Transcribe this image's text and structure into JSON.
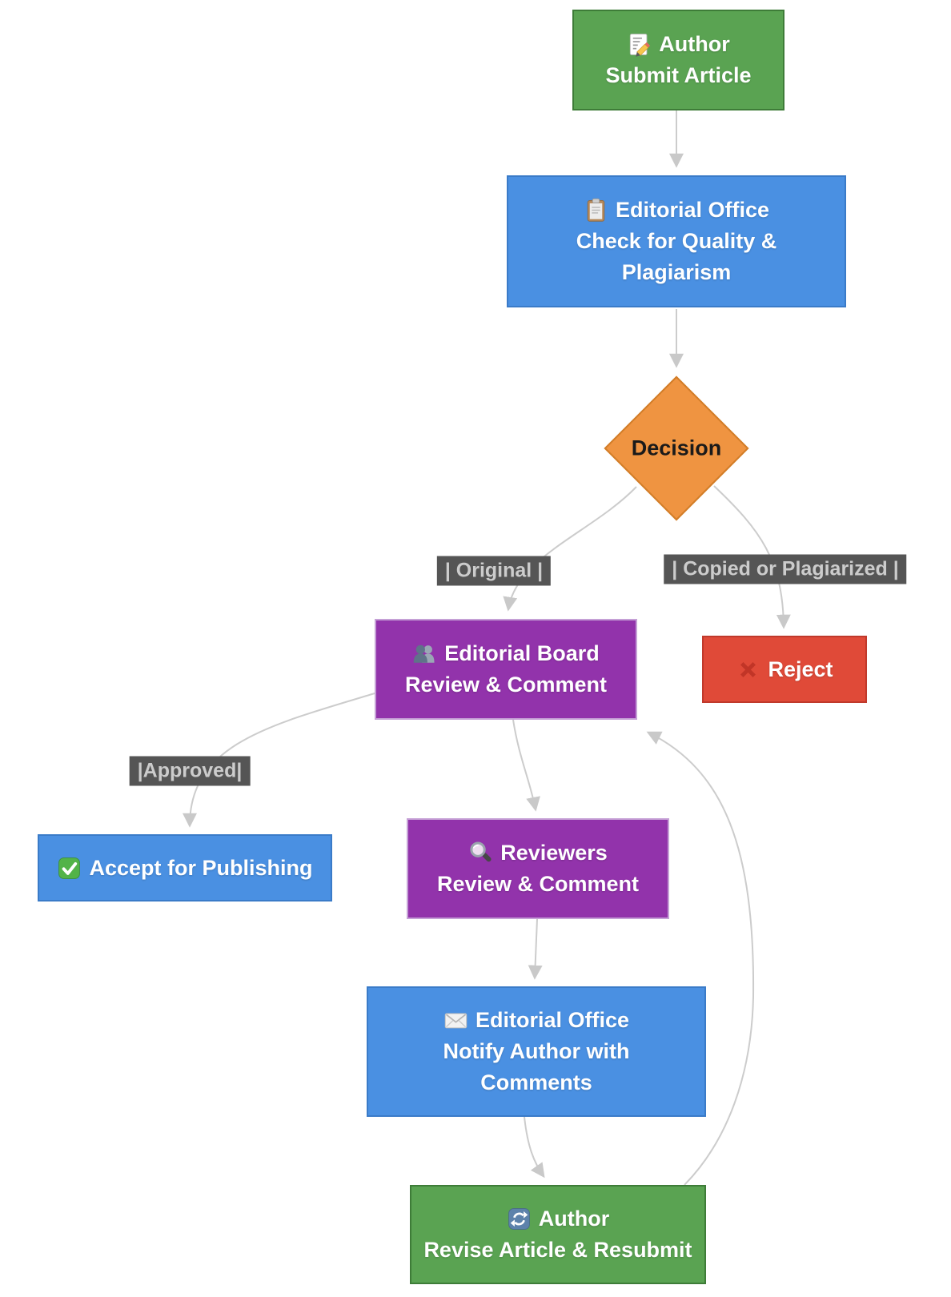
{
  "diagram": {
    "type": "flowchart",
    "direction": "top-down",
    "nodes": {
      "submit": {
        "icon": "memo-icon",
        "title": "Author",
        "body": "Submit Article",
        "color_key": "green"
      },
      "quality_check": {
        "icon": "clipboard-icon",
        "title": "Editorial Office",
        "body_line1": "Check for Quality &",
        "body_line2": "Plagiarism",
        "color_key": "blue"
      },
      "decision": {
        "label": "Decision",
        "shape": "diamond",
        "color_key": "orange"
      },
      "board_review": {
        "icon": "busts-icon",
        "title": "Editorial Board",
        "body": "Review & Comment",
        "color_key": "purple"
      },
      "reject": {
        "icon": "cross-mark-icon",
        "label": "Reject",
        "color_key": "red"
      },
      "accept": {
        "icon": "check-mark-icon",
        "label": "Accept for Publishing",
        "color_key": "blue"
      },
      "reviewers": {
        "icon": "magnifying-glass-icon",
        "title": "Reviewers",
        "body": "Review & Comment",
        "color_key": "purple"
      },
      "notify": {
        "icon": "envelope-icon",
        "title": "Editorial Office",
        "body_line1": "Notify Author with",
        "body_line2": "Comments",
        "color_key": "blue"
      },
      "revise": {
        "icon": "arrows-cycle-icon",
        "title": "Author",
        "body": "Revise Article & Resubmit",
        "color_key": "green"
      }
    },
    "edge_labels": {
      "original": "| Original |",
      "copied": "| Copied or Plagiarized |",
      "approved": "|Approved|"
    },
    "edges": [
      "submit -> quality_check",
      "quality_check -> decision",
      "decision -> board_review (Original)",
      "decision -> reject (Copied or Plagiarized)",
      "board_review -> accept (Approved)",
      "board_review -> reviewers",
      "reviewers -> notify",
      "notify -> revise",
      "revise -> board_review"
    ]
  },
  "colors": {
    "green": "#5aa352",
    "blue": "#4a90e2",
    "purple": "#9233ab",
    "red": "#e04a38",
    "orange": "#ef9441",
    "edge_label_bg": "#555555",
    "edge_label_text": "#cccccc",
    "arrow": "#cccccc"
  }
}
